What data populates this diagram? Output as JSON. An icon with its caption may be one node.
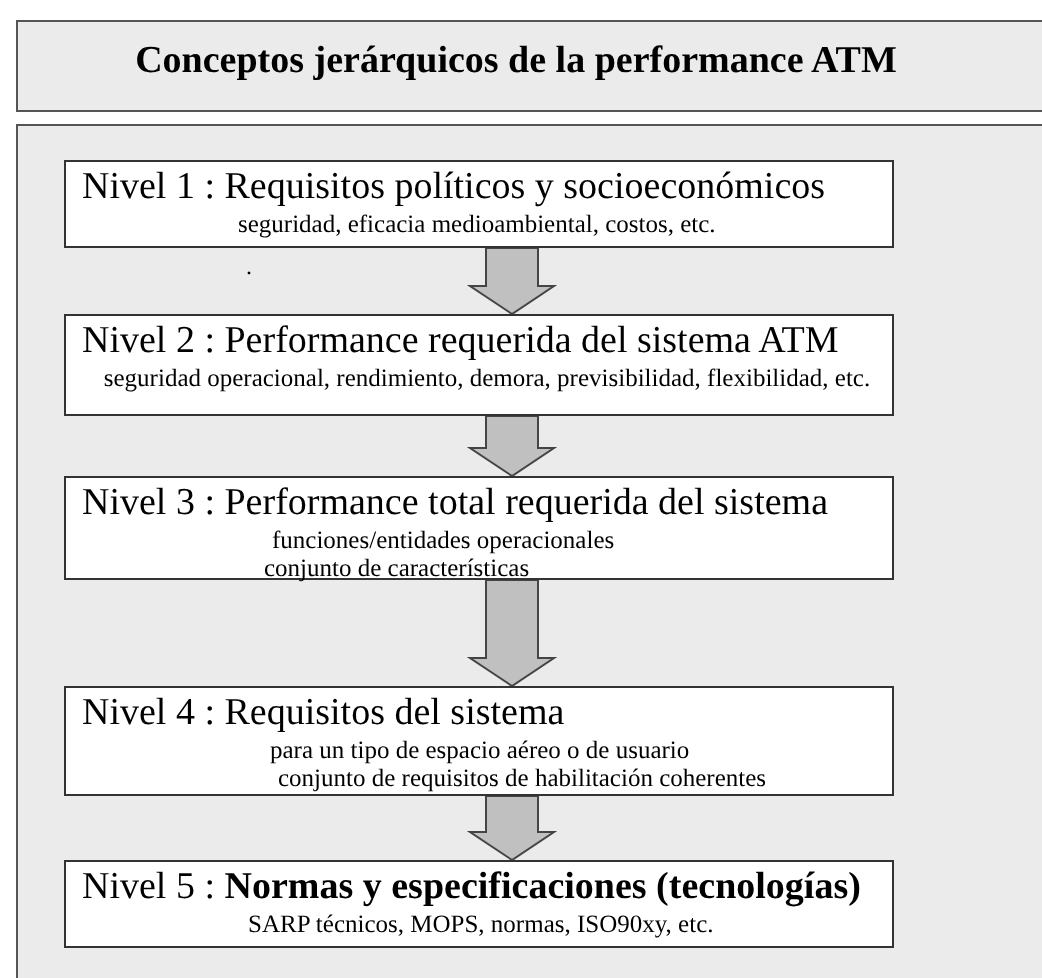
{
  "diagram": {
    "title": "Conceptos jerárquicos de la performance ATM",
    "nodes": [
      {
        "text": [
          "Nivel 1 : Requisitos políticos y socioeconómicos",
          "seguridad, eficacia medioambiental, costos, etc."
        ]
      },
      {
        "text": [
          "Nivel 2 : Performance requerida del sistema ATM",
          "seguridad operacional, rendimiento, demora, previsibilidad, flexibilidad, etc."
        ]
      },
      {
        "text": [
          "Nivel 3 : Performance total requerida del sistema",
          "funciones/entidades operacionales",
          "conjunto de características"
        ]
      },
      {
        "text": [
          "Nivel 4 : Requisitos del sistema",
          "para un tipo de espacio aéreo o de usuario",
          "conjunto de requisitos de habilitación coherentes"
        ]
      },
      {
        "text": [
          "Nivel 5 : **Normas y especificaciones (tecnologías)**",
          "SARP técnicos, MOPS, normas, ISO90xy, etc."
        ]
      }
    ],
    "edges": [
      {
        "from": 0,
        "to": 1,
        "arrow": "to",
        "style": "thick"
      },
      {
        "from": 1,
        "to": 2,
        "arrow": "to",
        "style": "thick"
      },
      {
        "from": 2,
        "to": 3,
        "arrow": "to",
        "style": "thick"
      },
      {
        "from": 3,
        "to": 4,
        "arrow": "to",
        "style": "thick"
      }
    ],
    "labels": [
      "."
    ]
  }
}
